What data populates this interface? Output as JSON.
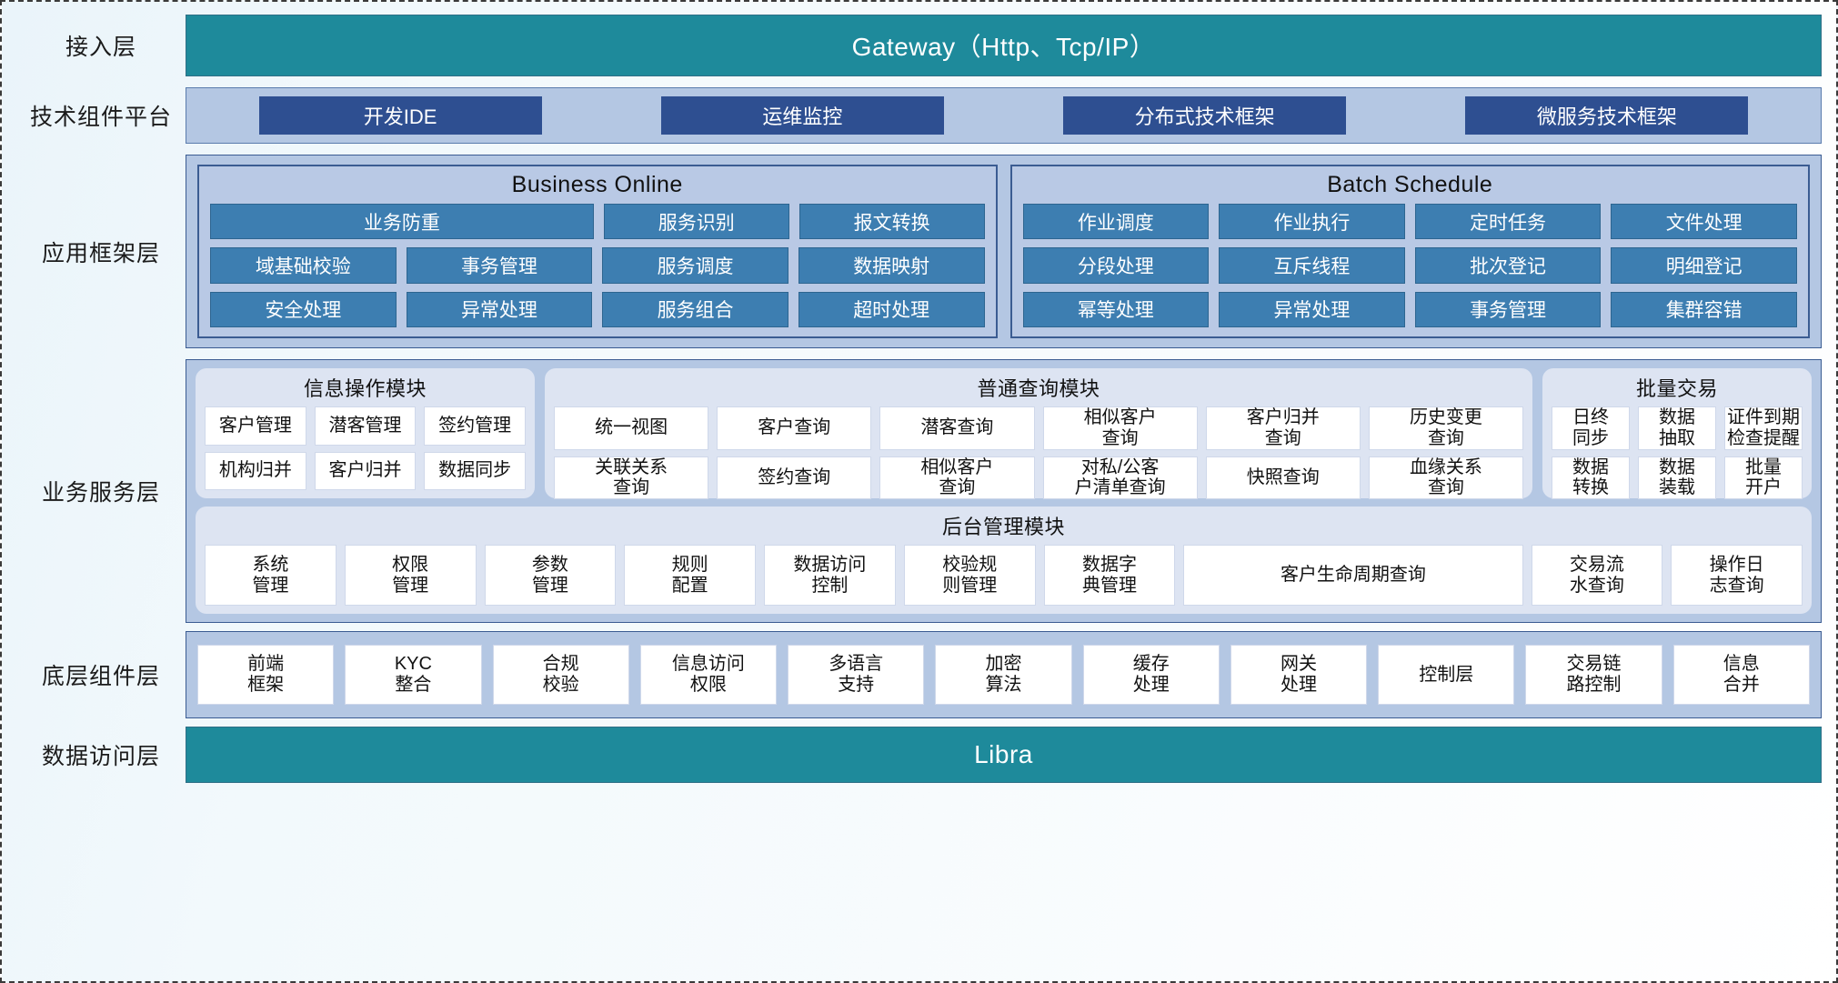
{
  "layers": {
    "access": {
      "label": "接入层",
      "bar": "Gateway（Http、Tcp/IP）"
    },
    "tech": {
      "label": "技术组件平台",
      "chips": [
        "开发IDE",
        "运维监控",
        "分布式技术框架",
        "微服务技术框架"
      ]
    },
    "app_framework": {
      "label": "应用框架层",
      "groups": [
        {
          "title": "Business Online",
          "rows": [
            [
              "业务防重",
              "服务识别",
              "报文转换"
            ],
            [
              "域基础校验",
              "事务管理",
              "服务调度",
              "数据映射"
            ],
            [
              "安全处理",
              "异常处理",
              "服务组合",
              "超时处理"
            ]
          ]
        },
        {
          "title": "Batch Schedule",
          "rows": [
            [
              "作业调度",
              "作业执行",
              "定时任务",
              "文件处理"
            ],
            [
              "分段处理",
              "互斥线程",
              "批次登记",
              "明细登记"
            ],
            [
              "幂等处理",
              "异常处理",
              "事务管理",
              "集群容错"
            ]
          ]
        }
      ]
    },
    "business_service": {
      "label": "业务服务层",
      "info_module": {
        "title": "信息操作模块",
        "rows": [
          [
            "客户管理",
            "潜客管理",
            "签约管理"
          ],
          [
            "机构归并",
            "客户归并",
            "数据同步"
          ]
        ]
      },
      "query_module": {
        "title": "普通查询模块",
        "rows": [
          [
            "统一视图",
            "客户查询",
            "潜客查询",
            "相似客户\n查询",
            "客户归并\n查询",
            "历史变更\n查询"
          ],
          [
            "关联关系\n查询",
            "签约查询",
            "相似客户\n查询",
            "对私/公客\n户清单查询",
            "快照查询",
            "血缘关系\n查询"
          ]
        ]
      },
      "batch_module": {
        "title": "批量交易",
        "rows": [
          [
            "日终\n同步",
            "数据\n抽取",
            "证件到期\n检查提醒"
          ],
          [
            "数据\n转换",
            "数据\n装载",
            "批量\n开户"
          ]
        ]
      },
      "admin_module": {
        "title": "后台管理模块",
        "row": [
          "系统\n管理",
          "权限\n管理",
          "参数\n管理",
          "规则\n配置",
          "数据访问\n控制",
          "校验规\n则管理",
          "数据字\n典管理",
          "客户生命周期查询",
          "交易流\n水查询",
          "操作日\n志查询"
        ]
      }
    },
    "base_component": {
      "label": "底层组件层",
      "cells": [
        "前端\n框架",
        "KYC\n整合",
        "合规\n校验",
        "信息访问\n权限",
        "多语言\n支持",
        "加密\n算法",
        "缓存\n处理",
        "网关\n处理",
        "控制层",
        "交易链\n路控制",
        "信息\n合并"
      ]
    },
    "data_access": {
      "label": "数据访问层",
      "bar": "Libra"
    }
  },
  "colors": {
    "teal": "#1e8a9b",
    "panel_blue": "#b4c7e3",
    "chip_navy": "#2e4f91",
    "fw_cell_blue": "#3d7eb1",
    "module_bg": "#dde4f2",
    "cell_white": "#ffffff",
    "border_navy": "#3b5c92"
  }
}
